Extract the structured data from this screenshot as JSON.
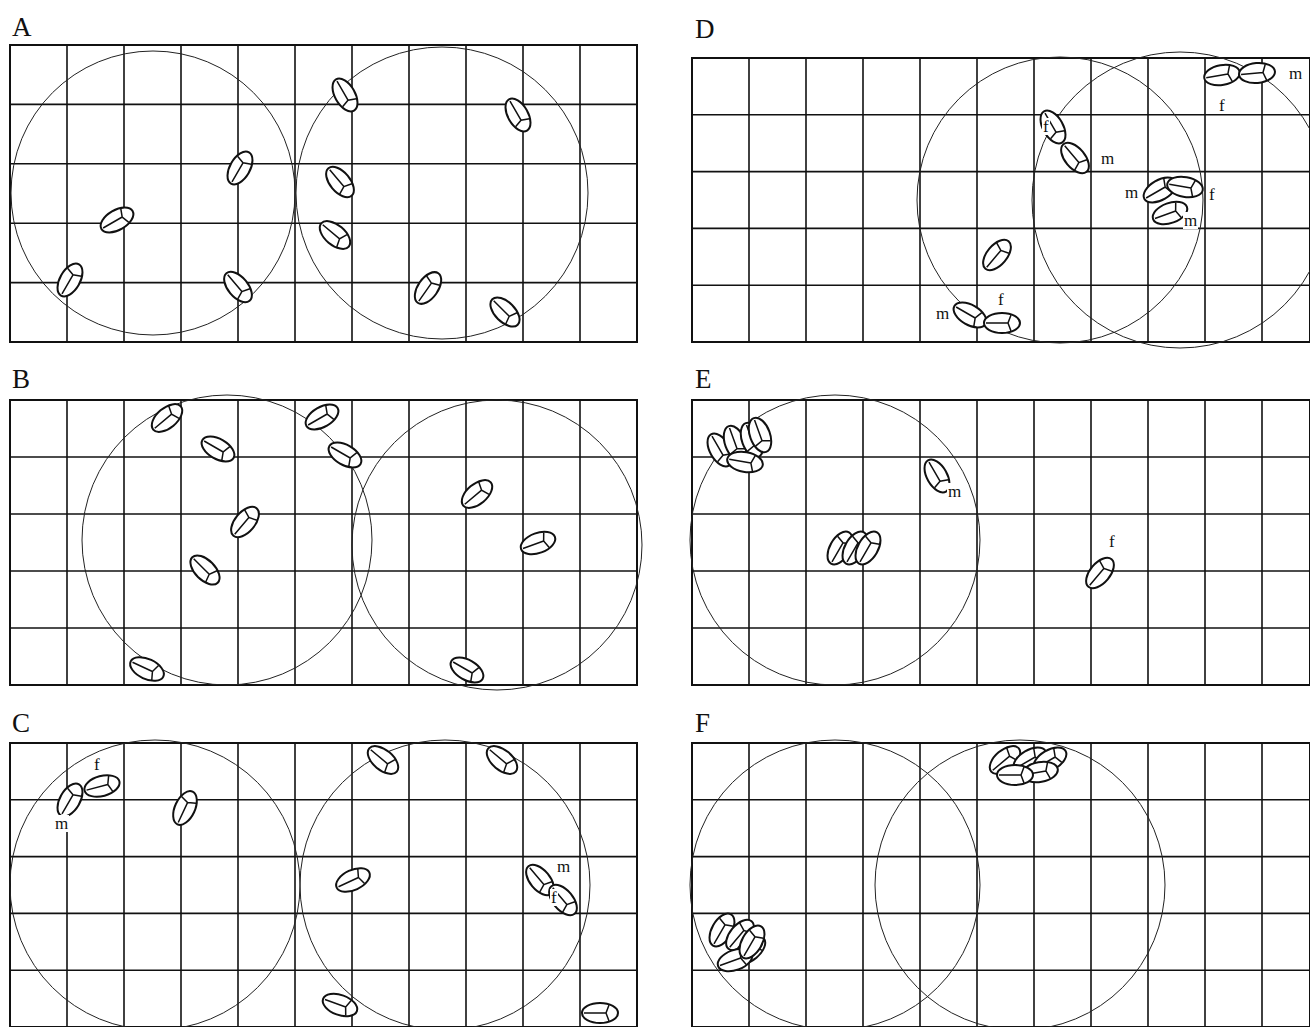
{
  "diagram": {
    "labels": [
      "A",
      "B",
      "C",
      "D",
      "E",
      "F",
      "f",
      "m",
      "m",
      "f",
      "f",
      "m",
      "f",
      "m",
      "m",
      "f",
      "m",
      "m",
      "f",
      "m",
      "f"
    ]
  }
}
